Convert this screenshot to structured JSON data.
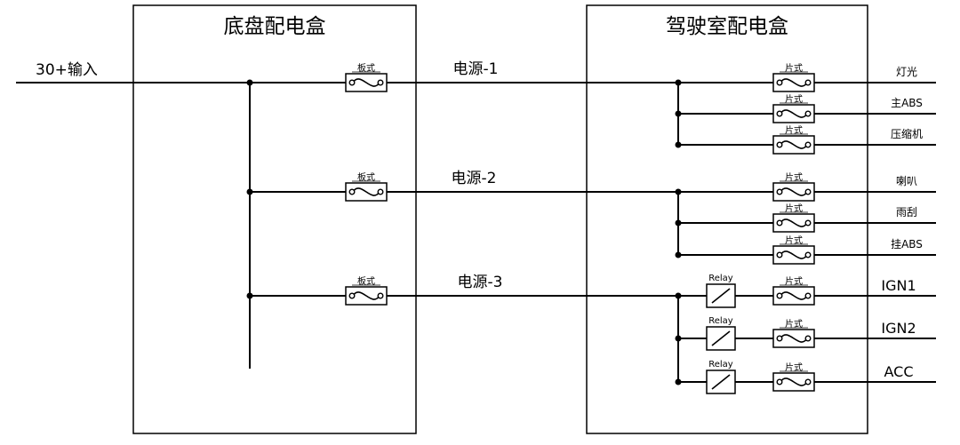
{
  "chassis_box": {
    "title": "底盘配电盒"
  },
  "cab_box": {
    "title": "驾驶室配电盒"
  },
  "input": {
    "label": "30+输入"
  },
  "feeds": [
    {
      "fuse_label": "板式",
      "wire_label": "电源-1"
    },
    {
      "fuse_label": "板式",
      "wire_label": "电源-2"
    },
    {
      "fuse_label": "板式",
      "wire_label": "电源-3"
    }
  ],
  "cab_outputs": [
    {
      "fuse_label": "片式",
      "output_label": "灯光"
    },
    {
      "fuse_label": "片式",
      "output_label": "主ABS"
    },
    {
      "fuse_label": "片式",
      "output_label": "压缩机"
    },
    {
      "fuse_label": "片式",
      "output_label": "喇叭"
    },
    {
      "fuse_label": "片式",
      "output_label": "雨刮"
    },
    {
      "fuse_label": "片式",
      "output_label": "挂ABS"
    },
    {
      "fuse_label": "片式",
      "output_label": "IGN1",
      "relay_label": "Relay"
    },
    {
      "fuse_label": "片式",
      "output_label": "IGN2",
      "relay_label": "Relay"
    },
    {
      "fuse_label": "片式",
      "output_label": "ACC",
      "relay_label": "Relay"
    }
  ]
}
